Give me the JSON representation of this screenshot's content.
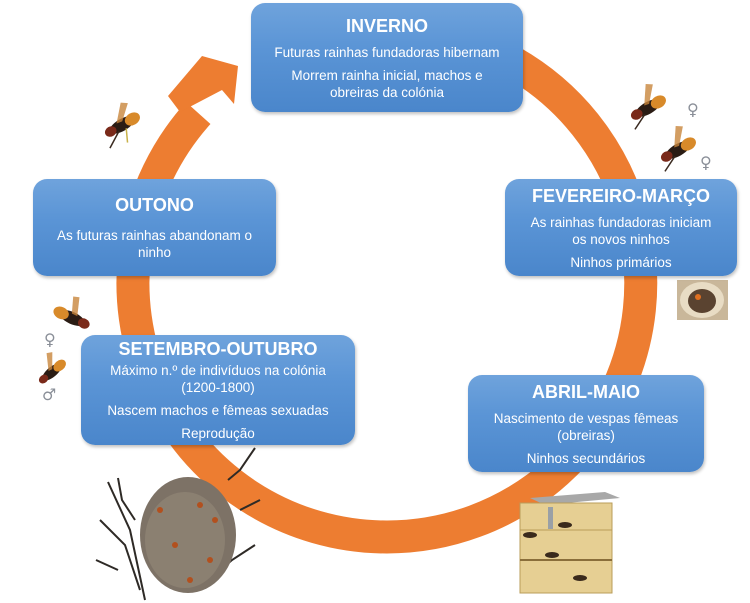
{
  "diagram": {
    "type": "life-cycle",
    "colors": {
      "ring": "#ed7d31",
      "box_top": "#6fa3dc",
      "box_bottom": "#4a86cb",
      "box_text": "#ffffff"
    },
    "stages": [
      {
        "id": "inverno",
        "title": "INVERNO",
        "lines": [
          "Futuras rainhas fundadoras hibernam",
          "Morrem rainha inicial, machos e",
          "obreiras da colónia"
        ]
      },
      {
        "id": "fevereiro-marco",
        "title": "FEVEREIRO-MARÇO",
        "lines": [
          "As rainhas fundadoras iniciam",
          "os novos ninhos",
          "Ninhos primários"
        ]
      },
      {
        "id": "abril-maio",
        "title": "ABRIL-MAIO",
        "lines": [
          "Nascimento de vespas fêmeas",
          "(obreiras)",
          "Ninhos secundários"
        ]
      },
      {
        "id": "setembro-outubro",
        "title": "SETEMBRO-OUTUBRO",
        "lines": [
          "Máximo n.º de indivíduos na colónia",
          "(1200-1800)",
          "Nascem machos e fêmeas sexuadas",
          "Reprodução"
        ]
      },
      {
        "id": "outono",
        "title": "OUTONO",
        "lines": [
          "As futuras rainhas abandonam o",
          "ninho"
        ]
      }
    ],
    "symbols": {
      "female": "♀",
      "male": "♂"
    },
    "images": [
      {
        "name": "hornet-single",
        "description": "hornet"
      },
      {
        "name": "female-hornets-pair",
        "description": "two female hornets"
      },
      {
        "name": "primary-nest",
        "description": "primary nest"
      },
      {
        "name": "male-female-hornets",
        "description": "female and male hornets"
      },
      {
        "name": "secondary-nest-tree",
        "description": "secondary nest in tree"
      },
      {
        "name": "trap-box",
        "description": "wooden box with hornets"
      }
    ]
  }
}
